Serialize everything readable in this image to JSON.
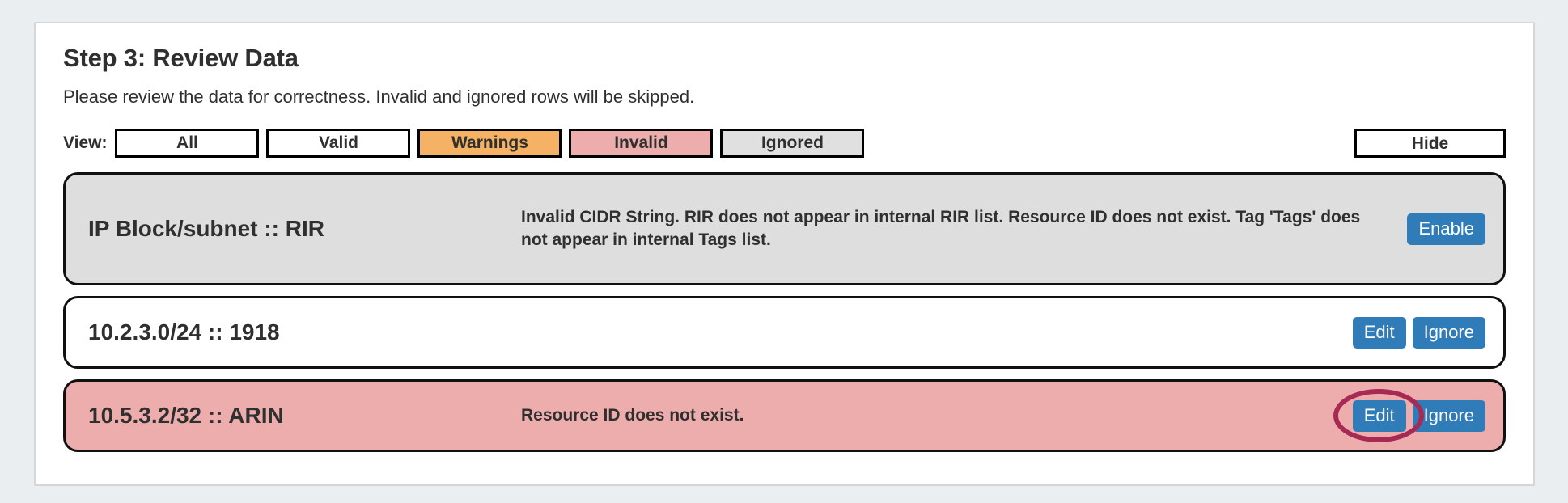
{
  "header": {
    "title": "Step 3: Review Data",
    "subtitle": "Please review the data for correctness. Invalid and ignored rows will be skipped."
  },
  "filter_bar": {
    "view_label": "View:",
    "buttons": [
      {
        "label": "All",
        "state": "default"
      },
      {
        "label": "Valid",
        "state": "default"
      },
      {
        "label": "Warnings",
        "state": "warnings"
      },
      {
        "label": "Invalid",
        "state": "invalid"
      },
      {
        "label": "Ignored",
        "state": "ignored"
      }
    ],
    "hide_label": "Hide"
  },
  "rows": [
    {
      "title": "IP Block/subnet :: RIR",
      "message": "Invalid CIDR String. RIR does not appear in internal RIR list. Resource ID does not exist. Tag 'Tags' does not appear in internal Tags list.",
      "state": "ignored",
      "actions": [
        "Enable"
      ]
    },
    {
      "title": "10.2.3.0/24 :: 1918",
      "message": "",
      "state": "valid",
      "actions": [
        "Edit",
        "Ignore"
      ]
    },
    {
      "title": "10.5.3.2/32 :: ARIN",
      "message": "Resource ID does not exist.",
      "state": "invalid",
      "actions": [
        "Edit",
        "Ignore"
      ]
    }
  ],
  "annotation": {
    "target": "Edit",
    "row_index": 2,
    "color": "#a62a53",
    "shape": "ellipse"
  },
  "colors": {
    "page_background": "#eaeef1",
    "panel_background": "#ffffff",
    "panel_border": "#d4d7da",
    "text": "#2f2f2f",
    "warning": "#f5b264",
    "invalid": "#edadad",
    "ignored": "#e0e0e0",
    "row_ignored": "#dedede",
    "button_blue": "#2f7cb8",
    "annotation": "#a62a53"
  }
}
